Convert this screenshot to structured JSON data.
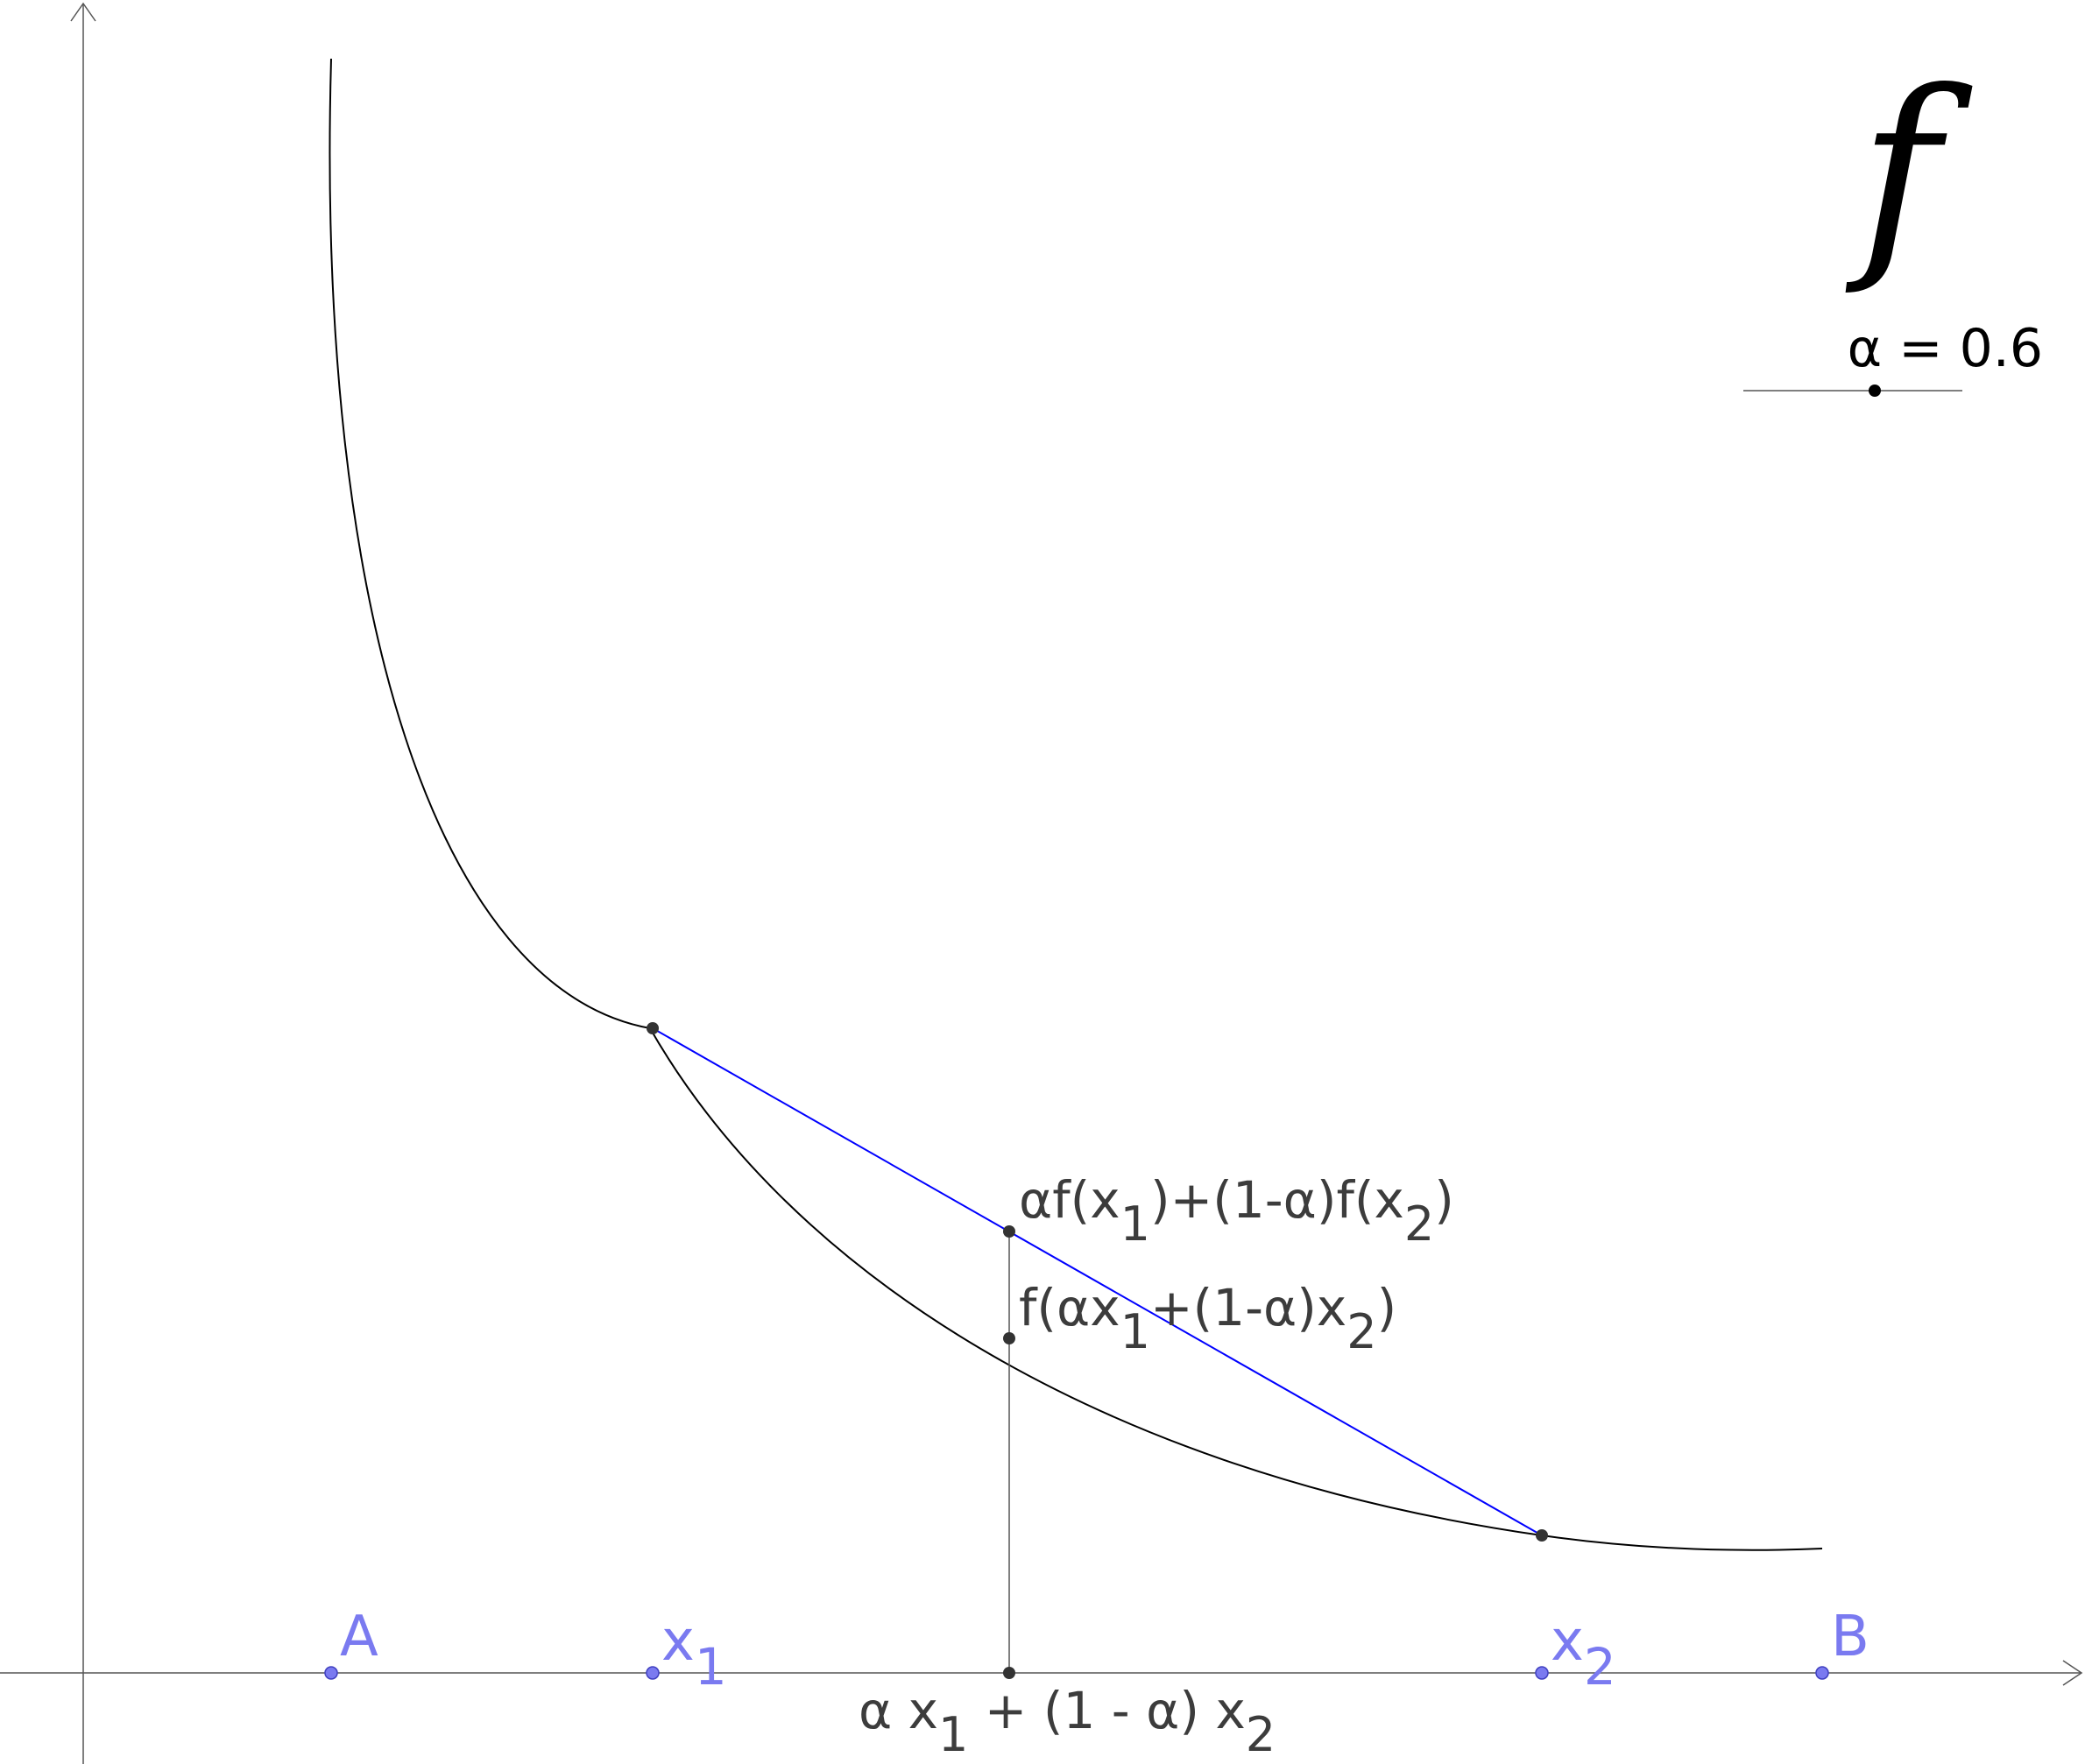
{
  "figure": {
    "function_symbol": "f",
    "slider": {
      "label": "α = 0.6",
      "value": 0.6
    },
    "points": {
      "A": "A",
      "B": "B",
      "x1": {
        "base": "x",
        "sub": "1"
      },
      "x2": {
        "base": "x",
        "sub": "2"
      }
    },
    "labels": {
      "chord_point": {
        "parts": [
          {
            "t": "αf(x"
          },
          {
            "t": "1",
            "sub": true
          },
          {
            "t": ")+(1-α)f(x"
          },
          {
            "t": "2",
            "sub": true
          },
          {
            "t": ")"
          }
        ]
      },
      "curve_point": {
        "parts": [
          {
            "t": "f(αx"
          },
          {
            "t": "1",
            "sub": true
          },
          {
            "t": "+(1-α)x"
          },
          {
            "t": "2",
            "sub": true
          },
          {
            "t": ")"
          }
        ]
      },
      "axis_combination": {
        "parts": [
          {
            "t": "α x"
          },
          {
            "t": "1",
            "sub": true
          },
          {
            "t": " + (1 - α) x"
          },
          {
            "t": "2",
            "sub": true
          }
        ]
      }
    },
    "colors": {
      "curve": "#000000",
      "chord": "#0000ff",
      "axes": "#555555",
      "points_dark": "#333333",
      "points_blue": "#7a7af0",
      "label_dark": "#3c3c3c",
      "label_blue": "#7a7af0"
    }
  }
}
